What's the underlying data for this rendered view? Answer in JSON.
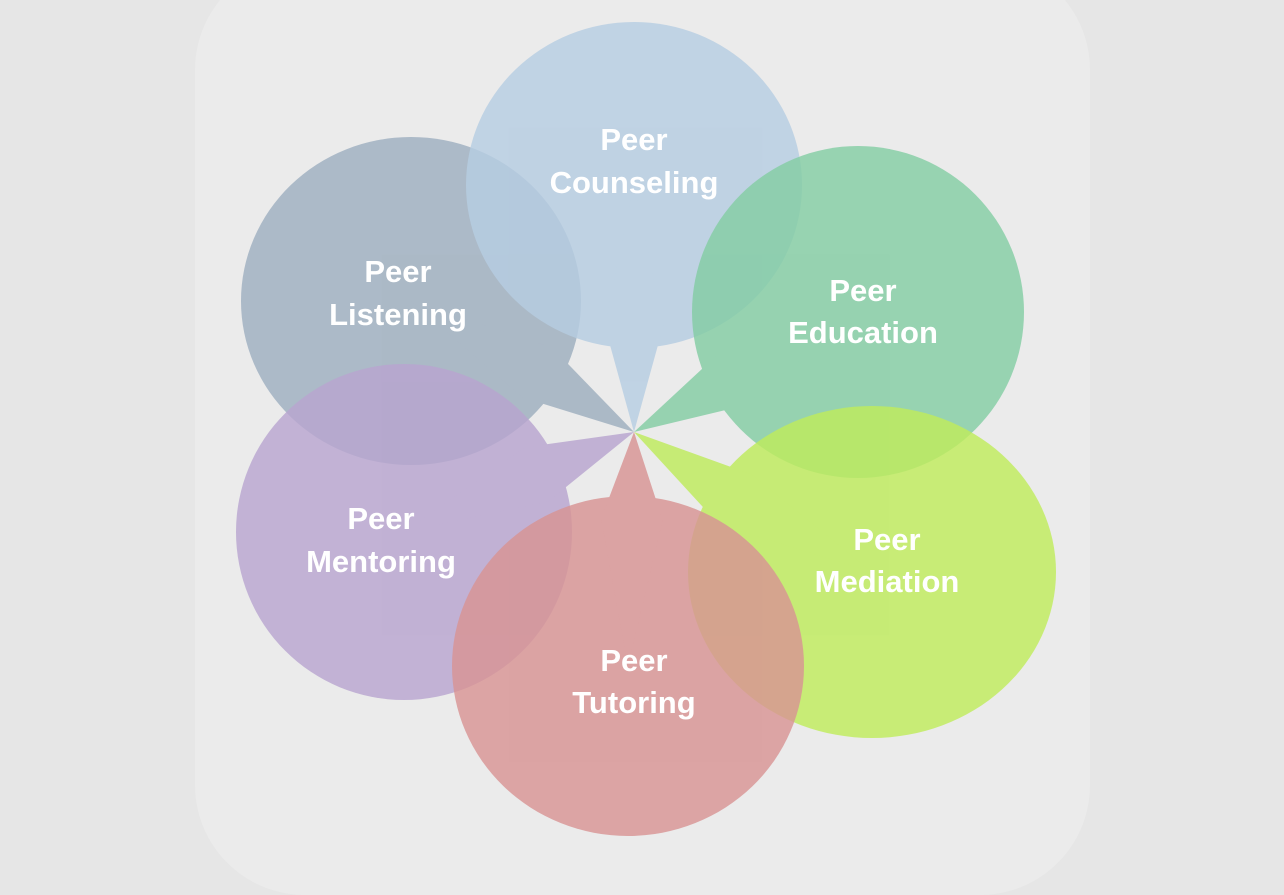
{
  "diagram": {
    "title_center": "",
    "petals": [
      {
        "id": "counseling",
        "line1": "Peer",
        "line2": "Counseling",
        "color": "#b6cde2"
      },
      {
        "id": "education",
        "line1": "Peer",
        "line2": "Education",
        "color": "#84cda4"
      },
      {
        "id": "mediation",
        "line1": "Peer",
        "line2": "Mediation",
        "color": "#bfec5c"
      },
      {
        "id": "tutoring",
        "line1": "Peer",
        "line2": "Tutoring",
        "color": "#d89494"
      },
      {
        "id": "mentoring",
        "line1": "Peer",
        "line2": "Mentoring",
        "color": "#b8a5cf"
      },
      {
        "id": "listening",
        "line1": "Peer",
        "line2": "Listening",
        "color": "#9eafbf"
      }
    ]
  }
}
